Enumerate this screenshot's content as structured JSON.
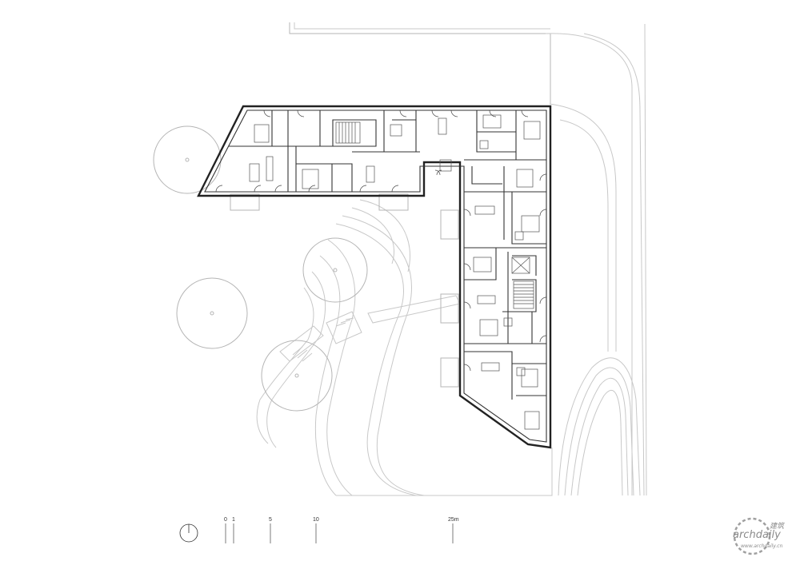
{
  "scale_bar": {
    "labels": [
      "0",
      "1",
      "5",
      "10",
      "25m"
    ]
  },
  "north_arrow": {
    "icon": "north-arrow-icon"
  },
  "watermark": {
    "brand": "archdaily",
    "cn": "建筑",
    "url": "www.archdaily.cn"
  },
  "colors": {
    "line": "#222222",
    "site": "#c8c8c8",
    "background": "#ffffff"
  }
}
